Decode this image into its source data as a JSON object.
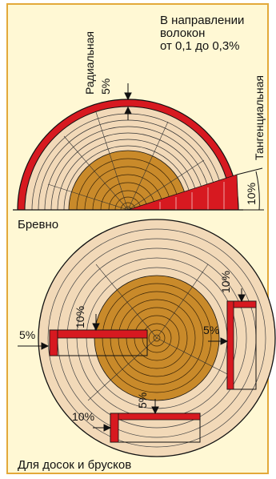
{
  "top_note": [
    "В направлении",
    "волокон",
    "от 0,1 до 0,3%"
  ],
  "log_diagram": {
    "caption": "Бревно",
    "radial_label": "Радиальная",
    "radial_value": "5%",
    "tangential_label": "Тангенциальная",
    "tangential_value": "10%"
  },
  "boards_diagram": {
    "caption": "Для досок и брусков",
    "left_board_side": "5%",
    "left_board_top": "10%",
    "right_board_top": "10%",
    "right_board_side": "5%",
    "bottom_board_top": "5%",
    "bottom_board_side": "10%"
  },
  "colors": {
    "panel": "#fff8d4",
    "border": "#e3a93a",
    "sapwood": "#f2d9b8",
    "heartwood": "#c98a2a",
    "shrinkage": "#d71920"
  }
}
